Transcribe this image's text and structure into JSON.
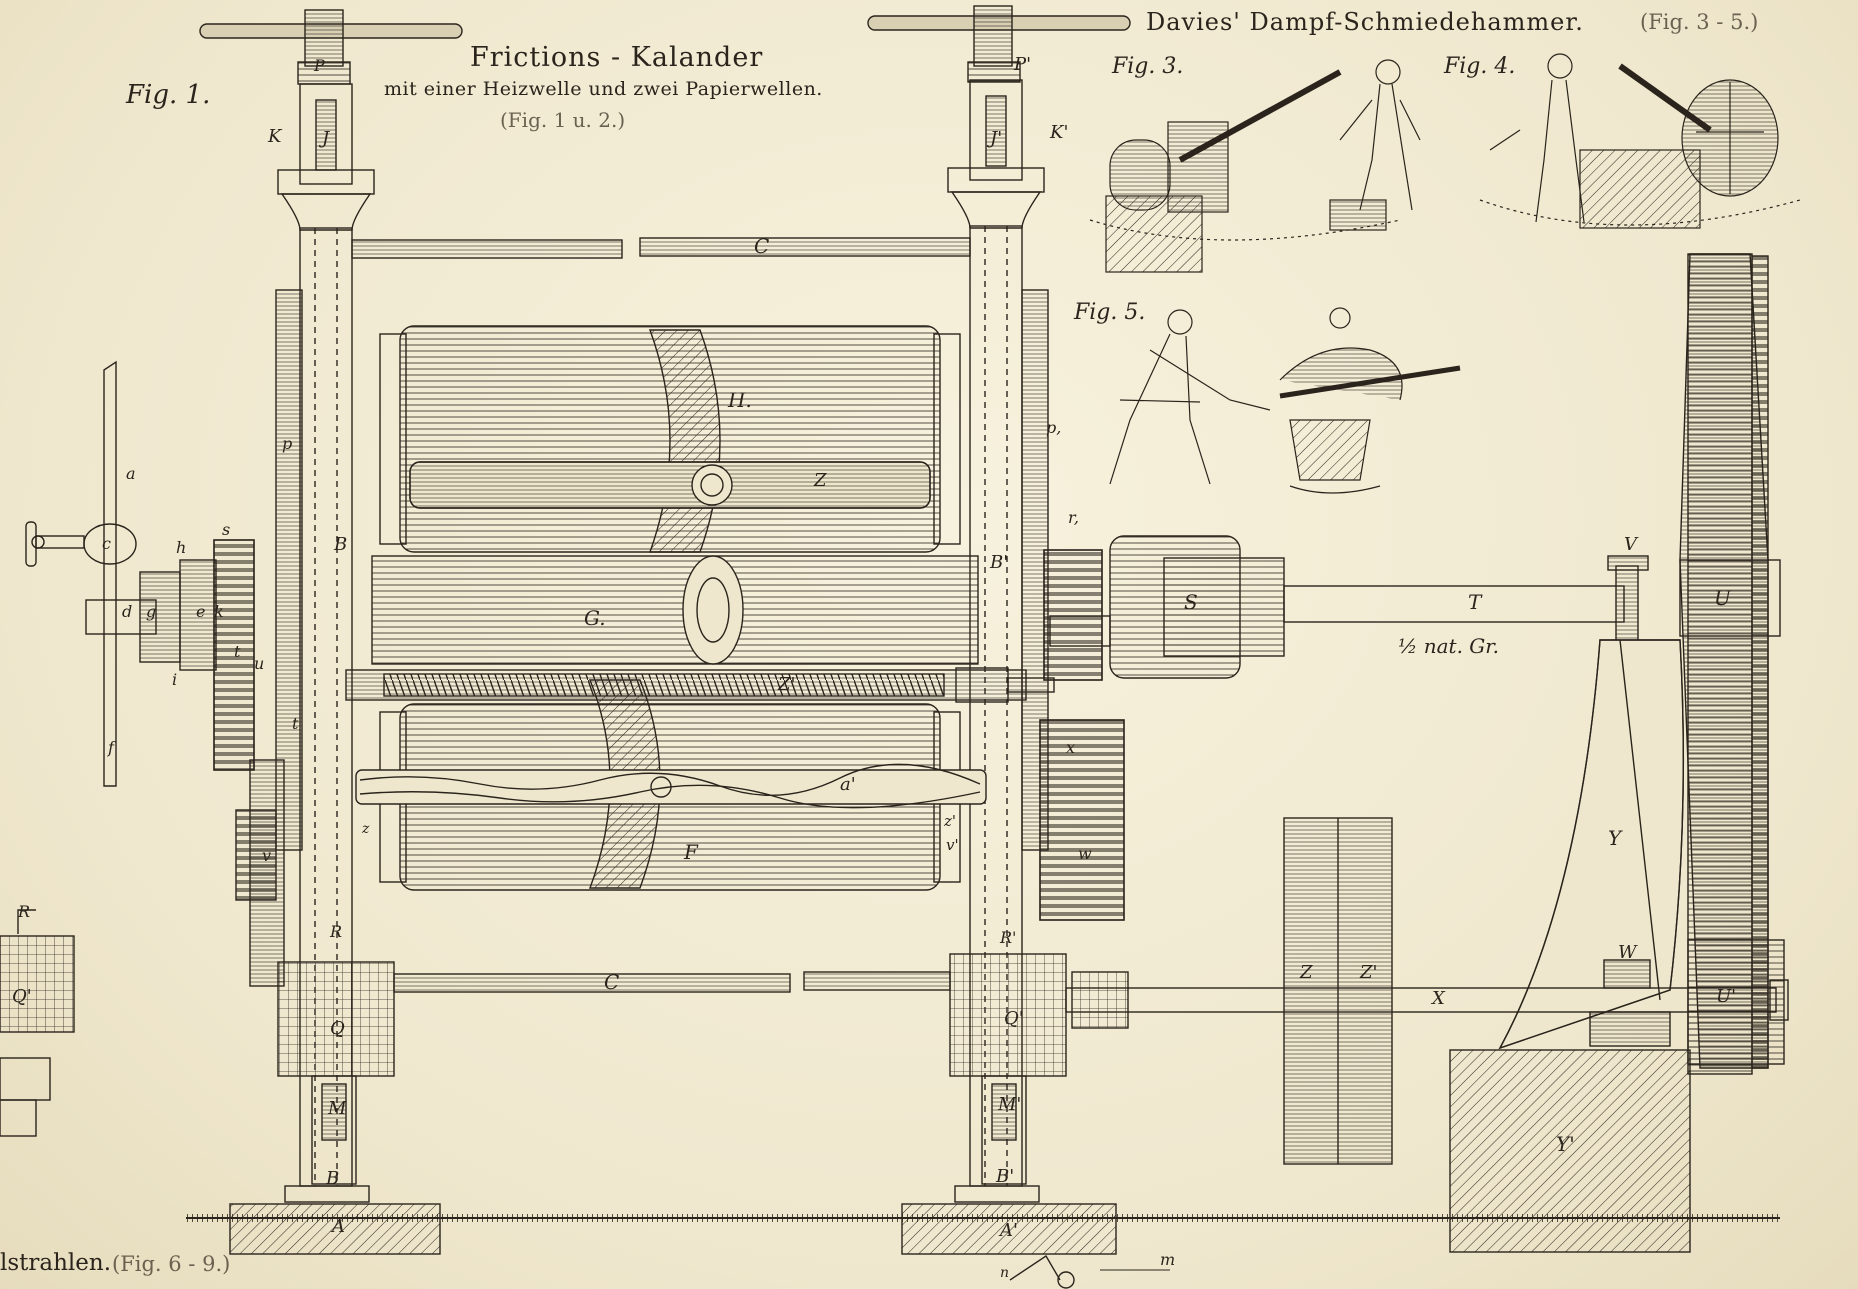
{
  "titles": {
    "calender_title": "Frictions - Kalander",
    "calender_subtitle": "mit einer Heizwelle und zwei Papierwellen.",
    "calender_figref": "(Fig. 1 u. 2.)",
    "hammer_title": "Davies' Dampf-Schmiedehammer.",
    "hammer_figref": "(Fig. 3 - 5.)",
    "bottom_left_fragment": "lstrahlen.",
    "bottom_left_figref": "(Fig. 6 - 9.)",
    "scale_note": "½ nat. Gr."
  },
  "figure_labels": {
    "fig1": "Fig. 1.",
    "fig3": "Fig. 3.",
    "fig4": "Fig. 4.",
    "fig5": "Fig. 5."
  },
  "part_letters": {
    "P": "P",
    "P1": "P'",
    "J": "J",
    "J1": "J'",
    "K": "K",
    "K1": "K'",
    "C_top": "C",
    "C_bottom": "C",
    "H": "H.",
    "Z": "Z",
    "Z1": "Z'",
    "G": "G.",
    "F": "F",
    "a1": "a'",
    "B": "B",
    "B1": "B'",
    "B_base": "B",
    "B1_base": "B'",
    "A": "A",
    "A1": "A'",
    "Q": "Q",
    "Q1": "Q'",
    "M": "M",
    "M1": "M'",
    "R": "R",
    "R1": "R'",
    "R_left": "R",
    "Q1_left": "Q'",
    "S": "S",
    "T": "T",
    "U": "U",
    "U1": "U'",
    "V": "V",
    "W": "W",
    "X": "X",
    "Y": "Y",
    "Y1": "Y'",
    "Zbig": "Z",
    "Zbig1": "Z'",
    "a": "a",
    "c": "c",
    "d": "d",
    "g": "g",
    "e": "e",
    "k": "k",
    "f": "f",
    "h": "h",
    "s": "s",
    "i": "i",
    "t": "t",
    "t2": "t",
    "u": "u",
    "v": "v",
    "p": "p",
    "p1": "p,",
    "r": "r,",
    "x": "x",
    "w": "w",
    "z2": "z'",
    "v1": "v'",
    "zs": "z",
    "n": "n",
    "m": "m"
  },
  "colors": {
    "paper": "#f2ecd6",
    "ink": "#2a241c"
  }
}
